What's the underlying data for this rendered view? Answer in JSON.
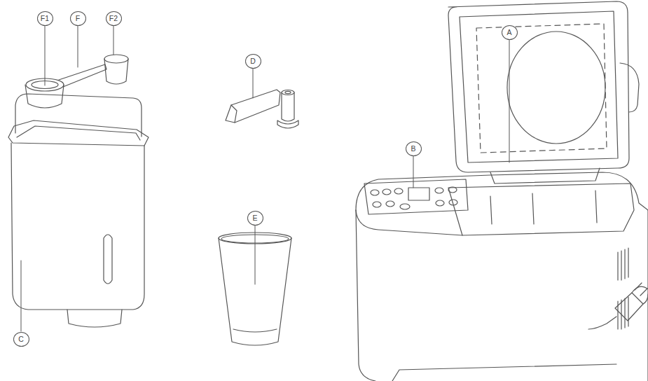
{
  "diagram": {
    "labels": [
      "F1",
      "F",
      "F2",
      "D",
      "A",
      "B",
      "C",
      "E"
    ]
  }
}
